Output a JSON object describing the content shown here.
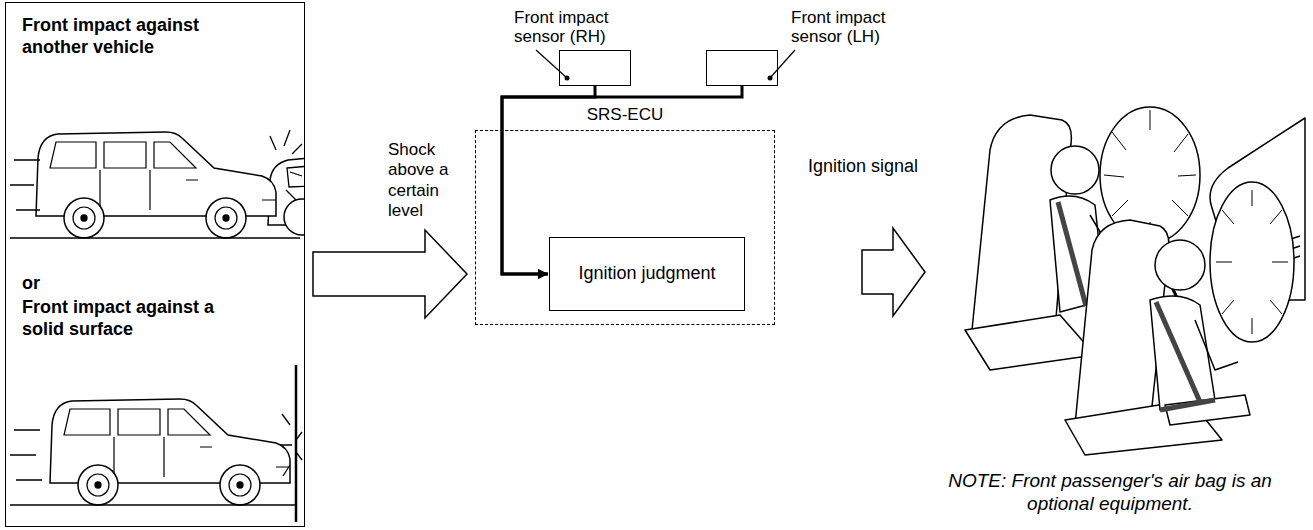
{
  "diagram": {
    "nodes": [
      {
        "text": [
          "Front impact against another vehicle",
          "or",
          "Front impact against a solid surface"
        ]
      },
      {
        "text": [
          "Front impact sensor (RH)"
        ]
      },
      {
        "text": [
          "Front impact sensor (LH)"
        ]
      },
      {
        "text": [
          "SRS-ECU"
        ]
      },
      {
        "text": [
          "Ignition judgment"
        ],
        "in": 3
      }
    ],
    "edges": [
      {
        "from": 0,
        "to": 3,
        "label": "Shock above a certain level",
        "arrow": "to"
      },
      {
        "from": 1,
        "to": 4,
        "arrow": "to"
      },
      {
        "from": 2,
        "to": 4,
        "arrow": "to"
      }
    ],
    "labels": [
      "Ignition signal",
      "NOTE: Front passenger's air bag is an optional equipment."
    ]
  }
}
